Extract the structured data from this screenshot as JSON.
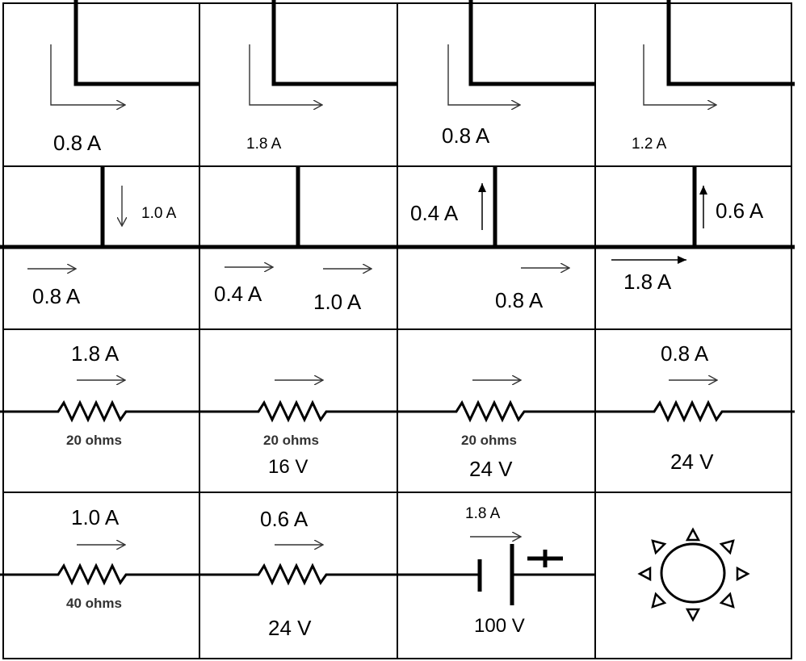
{
  "labels": {
    "r1c1_current": "0.8 A",
    "r1c2_current": "1.8 A",
    "r1c3_current": "0.8 A",
    "r1c4_current": "1.2 A",
    "r2c1_current": "1.0 A",
    "r2c3_current": "0.4 A",
    "r2c4_current": "0.6 A",
    "r3c1_current": "0.8 A",
    "r3c2_current_a": "0.4 A",
    "r3c2_current_b": "1.0 A",
    "r3c3_current": "0.8 A",
    "r3c4_current": "1.8 A",
    "r4c1_current": "1.8 A",
    "r4c1_resistance": "20 ohms",
    "r4c2_resistance": "20 ohms",
    "r4c2_voltage": "16 V",
    "r4c3_resistance": "20 ohms",
    "r4c3_voltage": "24 V",
    "r4c4_current": "0.8 A",
    "r4c4_voltage": "24 V",
    "r5c1_current": "1.0 A",
    "r5c1_resistance": "40 ohms",
    "r5c2_current": "0.6 A",
    "r5c2_voltage": "24 V",
    "r5c3_current": "1.8 A",
    "r5c3_voltage": "100 V"
  },
  "icons": {
    "battery": "battery-icon",
    "plus": "plus-icon",
    "bulb": "light-bulb-icon"
  }
}
